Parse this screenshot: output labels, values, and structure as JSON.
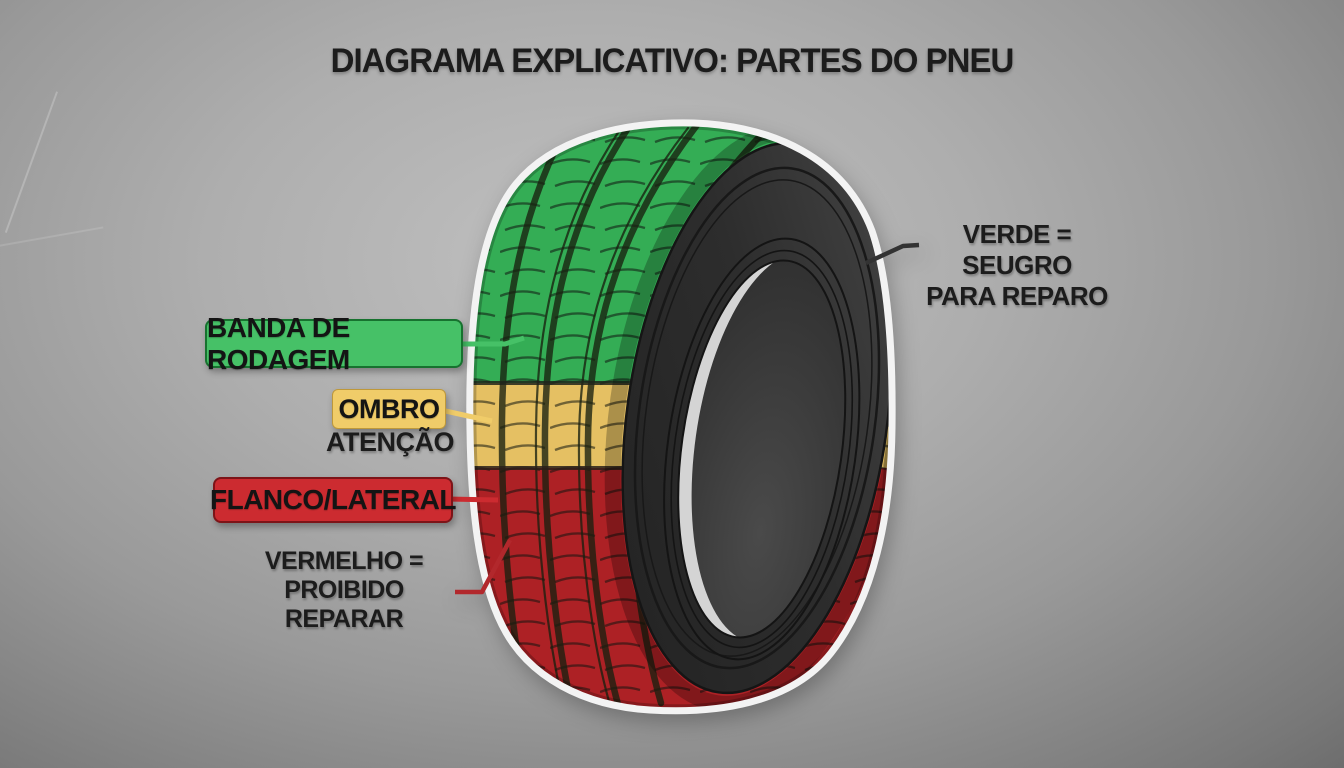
{
  "title": "DIAGRAMA EXPLICATIVO: PARTES DO PNEU",
  "tire_labels": {
    "tread": "BANDA DE RODAGEM",
    "shoulder": "OMBRO",
    "shoulder_warning": "ATENÇÃO",
    "sidewall": "FLANCO/LATERAL"
  },
  "notes": {
    "red_line1": "VERMELHO = PROIBIDO",
    "red_line2": "REPARAR",
    "green_line1": "VERDE = SEUGRO",
    "green_line2": "PARA REPARO"
  },
  "colors": {
    "tread_green": "#34ad55",
    "shoulder_yellow": "#e5c063",
    "sidewall_red": "#ad2125",
    "label_green": "#46c167",
    "label_yellow": "#f0cc69",
    "label_red": "#cc2b30",
    "tire_black": "#2d2d2d",
    "outline_white": "#f3f3f3",
    "text_dark": "#1c1c1c",
    "background_gray": "#a8a8a8"
  }
}
